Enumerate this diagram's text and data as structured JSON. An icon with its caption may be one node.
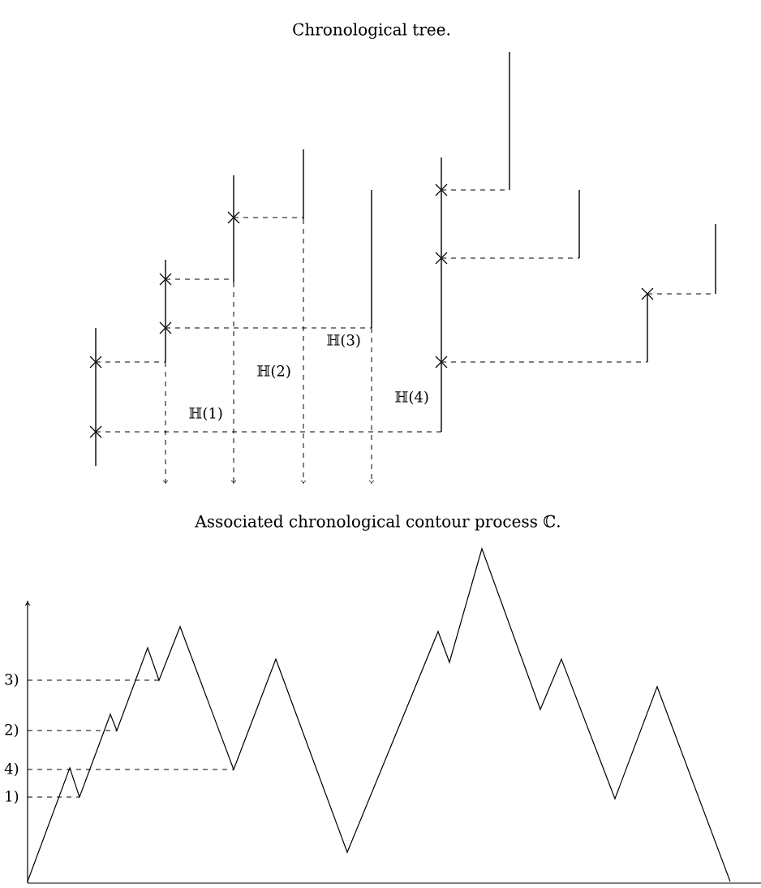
{
  "diagram": {
    "title": "Chronological tree.",
    "caption": "Associated chronological contour process ℂ.",
    "labels": [
      "ℍ(3)",
      "ℍ(2)",
      "ℍ(1)",
      "ℍ(4)",
      "3)",
      "2)",
      "4)",
      "1)"
    ]
  }
}
